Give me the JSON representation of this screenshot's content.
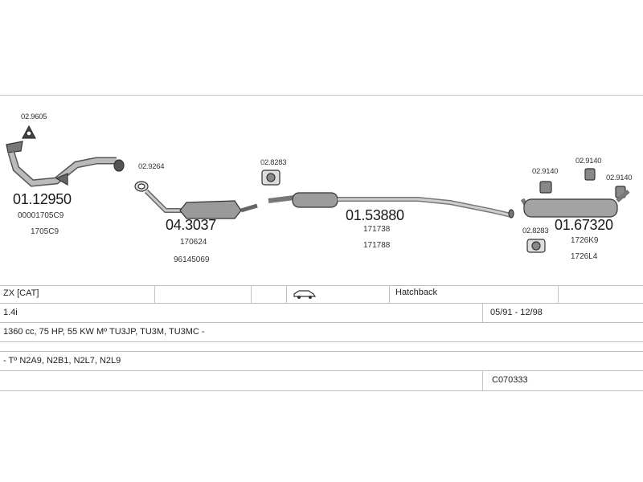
{
  "parts": [
    {
      "code": "01.12950",
      "refs": [
        "00001705C9",
        "1705C9"
      ],
      "fixings": [
        "02.9605"
      ]
    },
    {
      "code": "04.3037",
      "refs": [
        "170624",
        "96145069"
      ],
      "fixings": [
        "02.9264"
      ]
    },
    {
      "code": "01.53880",
      "refs": [
        "171738",
        "171788"
      ],
      "fixings": [
        "02.8283"
      ]
    },
    {
      "code": "01.67320",
      "refs": [
        "1726K9",
        "1726L4"
      ],
      "fixings": [
        "02.9140",
        "02.9140",
        "02.9140",
        "02.8283"
      ]
    }
  ],
  "vehicle": {
    "model": "ZX  [CAT]",
    "body_icon": "car-hatchback-icon",
    "body_type": "Hatchback",
    "engine": "1.4i",
    "years": "05/91 - 12/98",
    "engine_details": "1360 cc, 75 HP, 55 KW Mº TU3JP, TU3M, TU3MC -",
    "type_codes": "- Tº N2A9, N2B1, N2L7, N2L9",
    "catalog_code": "C070333"
  }
}
